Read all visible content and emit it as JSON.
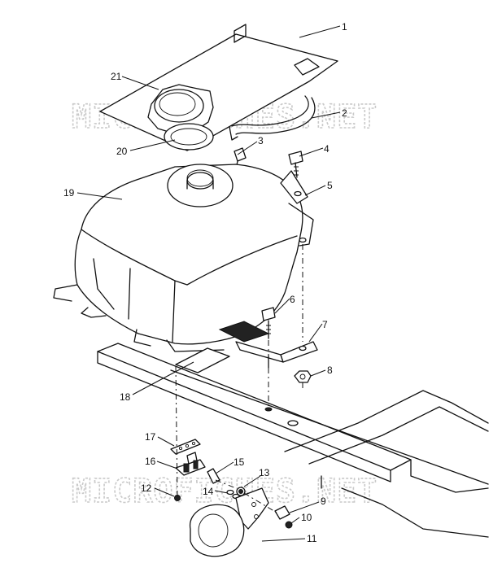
{
  "watermark": {
    "text": "MICROFICHES.NET"
  },
  "callouts": [
    {
      "id": "1",
      "label": "1"
    },
    {
      "id": "2",
      "label": "2"
    },
    {
      "id": "3",
      "label": "3"
    },
    {
      "id": "4",
      "label": "4"
    },
    {
      "id": "5",
      "label": "5"
    },
    {
      "id": "6",
      "label": "6"
    },
    {
      "id": "7",
      "label": "7"
    },
    {
      "id": "8",
      "label": "8"
    },
    {
      "id": "9",
      "label": "9"
    },
    {
      "id": "10",
      "label": "10"
    },
    {
      "id": "11",
      "label": "11"
    },
    {
      "id": "12",
      "label": "12"
    },
    {
      "id": "13",
      "label": "13"
    },
    {
      "id": "14",
      "label": "14"
    },
    {
      "id": "15",
      "label": "15"
    },
    {
      "id": "16",
      "label": "16"
    },
    {
      "id": "17",
      "label": "17"
    },
    {
      "id": "18",
      "label": "18"
    },
    {
      "id": "19",
      "label": "19"
    },
    {
      "id": "20",
      "label": "20"
    },
    {
      "id": "21",
      "label": "21"
    }
  ]
}
